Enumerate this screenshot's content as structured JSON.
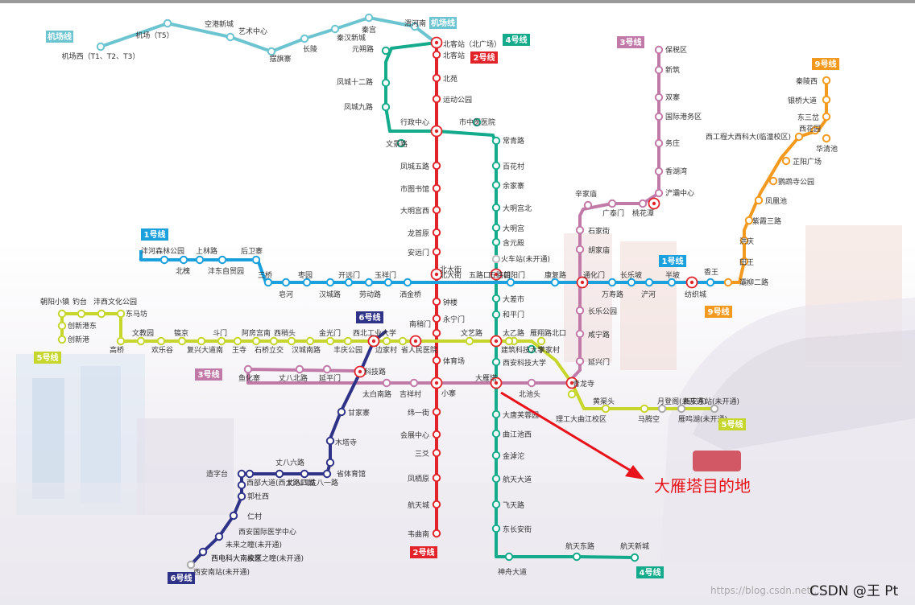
{
  "colors": {
    "l1": "#1aa0dc",
    "l2": "#e2232a",
    "l3": "#c17aa8",
    "l4": "#13ab8b",
    "l5": "#c6d62b",
    "l6": "#2f3387",
    "l9": "#f39a1e",
    "airport": "#6cc4d1"
  },
  "badges": {
    "airport1": "机场线",
    "airport2": "机场线",
    "l4top": "4号线",
    "l2top": "2号线",
    "l3top": "3号线",
    "l9top": "9号线",
    "l1left": "1号线",
    "l1right": "1号线",
    "l6top": "6号线",
    "l5left": "5号线",
    "l3left": "3号线",
    "l9bottom": "9号线",
    "l5right": "5号线",
    "l6bottom": "6号线",
    "l2bottom": "2号线",
    "l4bottom": "4号线"
  },
  "stations": {
    "airport": [
      "机场西（T1、T2、T3）",
      "机场（T5）",
      "空港新城",
      "艺术中心",
      "摆旗寨",
      "长陵",
      "秦汉新城",
      "秦宫",
      "渭河南"
    ],
    "line2": [
      "北客站（北广场）",
      "北客站",
      "北苑",
      "运动公园",
      "行政中心",
      "凤城五路",
      "市图书馆",
      "大明宫西",
      "龙首原",
      "安远门",
      "北大街",
      "钟楼",
      "永宁门",
      "南稍门",
      "体育场",
      "小寨",
      "纬一街",
      "会展中心",
      "三爻",
      "凤栖原",
      "航天城",
      "韦曲南"
    ],
    "line4": [
      "元朔路",
      "凤城十二路",
      "凤城九路",
      "文景路",
      "市中医医院",
      "常青路",
      "百花村",
      "余家寨",
      "大明宫北",
      "大明宫",
      "含元殿",
      "火车站(未开通)",
      "五路口",
      "大差市",
      "和平门",
      "李家村",
      "西安科技大学",
      "大雁塔",
      "大唐芙蓉园",
      "曲江池西",
      "金滹沱",
      "航天大道",
      "飞天路",
      "东长安街",
      "神舟大道",
      "航天东路",
      "航天新城"
    ],
    "line1": [
      "沣河森林公园",
      "北槐",
      "上林路",
      "沣东自贸园",
      "后卫寨",
      "三桥",
      "皂河",
      "枣园",
      "汉城路",
      "开远门",
      "劳动路",
      "玉祥门",
      "洒金桥",
      "朝阳门",
      "康复路",
      "通化门",
      "万寿路",
      "长乐坡",
      "浐河",
      "半坡",
      "纺织城",
      "香王"
    ],
    "line3": [
      "保税区",
      "新筑",
      "双寨",
      "国际港务区",
      "务庄",
      "香湖湾",
      "浐灞中心",
      "桃花潭",
      "广泰门",
      "辛家庙",
      "石家街",
      "胡家庙",
      "长乐公园",
      "咸宁路",
      "延兴门",
      "青龙寺",
      "北池头",
      "吉祥村",
      "太白南路",
      "科技路",
      "延平门",
      "丈八北路",
      "鱼化寨"
    ],
    "line5": [
      "创新港",
      "创新港东",
      "朝阳小镇",
      "钓台",
      "沣西文化公园",
      "东马坊",
      "高桥",
      "文教园",
      "欢乐谷",
      "镐京",
      "复兴大道南",
      "斗门",
      "王寺",
      "阿房宫南",
      "石桥立交",
      "西稍头",
      "汉城南路",
      "金光门",
      "丰庆公园",
      "西北工业大学",
      "边家村",
      "省人民医院",
      "文艺路",
      "太乙路",
      "建筑科技大学",
      "雁翔路北口",
      "理工大曲江校区",
      "黄渠头",
      "马腾空",
      "月登阁(未开通)",
      "西安东站(未开通)",
      "雁鸣湖(未开通)"
    ],
    "line6": [
      "西安南站(未开通)",
      "西电科大南校区",
      "未来之瞳(未开通)",
      "西安国际医学中心",
      "仁村",
      "郭杜西",
      "西部大道(西太路口)",
      "丈八六路",
      "丈八四路",
      "丈八一路",
      "造字台",
      "省体育馆",
      "木塔寺",
      "甘家寨"
    ],
    "line9": [
      "秦陵西",
      "银桥大道",
      "东三岔",
      "西花园",
      "华清池",
      "西工程大西科大(临潼校区)",
      "芷阳广场",
      "鹦鹉寺公园",
      "凤凰池",
      "紫霞三路",
      "洪庆",
      "田王",
      "灞柳二路"
    ]
  },
  "annotation": {
    "destination": "大雁塔目的地"
  },
  "watermark": {
    "url": "https://blog.csdn.net/...",
    "brand": "CSDN @王 Pt"
  }
}
